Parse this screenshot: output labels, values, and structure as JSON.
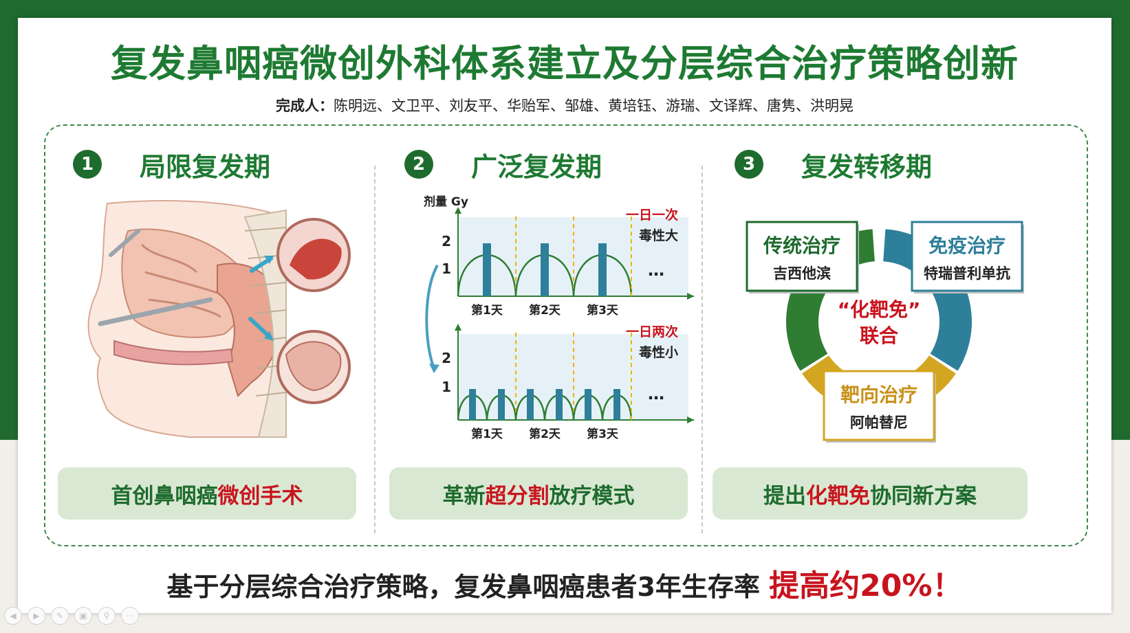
{
  "title": "复发鼻咽癌微创外科体系建立及分层综合治疗策略创新",
  "authors": {
    "label": "完成人：",
    "names": "陈明远、文卫平、刘友平、华贻军、邹雄、黄培钰、游瑞、文译辉、唐隽、洪明晃"
  },
  "sections": [
    {
      "num": "1",
      "label": "局限复发期",
      "pill_a": "首创鼻咽癌",
      "pill_b": "微创手术",
      "pill_c": ""
    },
    {
      "num": "2",
      "label": "广泛复发期",
      "pill_a": "革新",
      "pill_b": "超分割",
      "pill_c": "放疗模式"
    },
    {
      "num": "3",
      "label": "复发转移期",
      "pill_a": "提出",
      "pill_b": "化靶免",
      "pill_c": "协同新方案"
    }
  ],
  "dose_chart": {
    "ylabel": "剂量 Gy",
    "yticks": [
      "2",
      "1"
    ],
    "days": [
      "第1天",
      "第2天",
      "第3天"
    ],
    "ellipsis": "…",
    "top": {
      "freq": "一日一次",
      "tox": "毒性大"
    },
    "bottom": {
      "freq": "一日两次",
      "tox": "毒性小"
    }
  },
  "combo": {
    "center_line1": "“化靶免”",
    "center_line2": "联合",
    "boxes": [
      {
        "title": "传统治疗",
        "sub": "吉西他滨"
      },
      {
        "title": "免疫治疗",
        "sub": "特瑞普利单抗"
      },
      {
        "title": "靶向治疗",
        "sub": "阿帕替尼"
      }
    ]
  },
  "conclusion": {
    "text": "基于分层综合治疗策略，复发鼻咽癌患者3年生存率",
    "highlight": "提高约20%！"
  },
  "colors": {
    "green": "#1e7a32",
    "teal": "#2e7f9a",
    "gold": "#d4a520",
    "red": "#c8141e",
    "pill": "#d9e8d2"
  }
}
